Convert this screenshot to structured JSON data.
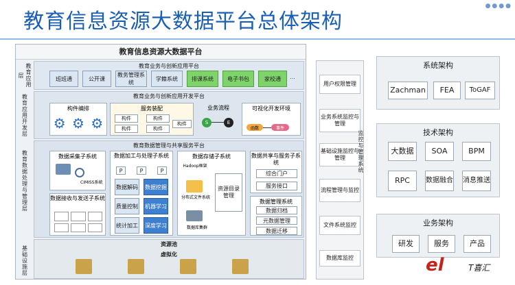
{
  "page": {
    "title": "教育信息资源大数据平台总体架构"
  },
  "platform": {
    "title": "教育信息资源大数据平台",
    "app_layer": {
      "label": "教育应用层",
      "band_title": "教育业务与创新应用平台",
      "items": [
        "班班通",
        "公开课",
        "教务管理系统",
        "学籍系统",
        "排课系统",
        "电子书包",
        "家校通"
      ]
    },
    "dev_layer": {
      "label": "教育应用开发层",
      "band_title": "教育业务与创新应用开发平台",
      "component_edit": "构件编排",
      "service_assembly": "服务装配",
      "component": "构件",
      "workflow": "业务流程",
      "workflow_s": "S",
      "workflow_e": "E",
      "visual_env": "可视化开发环境",
      "func_label": "函数",
      "event_label": "事件"
    },
    "data_layer": {
      "label": "教育数据处理与管理层",
      "band_title": "教育数据管理与共享服务平台",
      "collect": "数据采集子系统",
      "cimiss": "CIMISS系统",
      "recv_send": "数据接收与发送子系统",
      "process": "数据加工与处理子系统",
      "p_label": "P",
      "process_items": [
        "数据解码",
        "数据挖掘",
        "质量控制",
        "机器学习",
        "统计加工",
        "深度学习"
      ],
      "storage": "数据存储子系统",
      "hadoop": "Hadoop框架",
      "dfs": "分布式文件系统",
      "db_cluster": "数据库集群",
      "resource_dir": "资源目录管理",
      "share": "数据共享与服务子系统",
      "share_items": [
        "综合门户",
        "服务接口"
      ],
      "mgmt": "数据管理系统",
      "mgmt_items": [
        "数据归档",
        "元数据管理",
        "数据迁移"
      ]
    },
    "infra_layer": {
      "label": "基础设施层",
      "pool": "资源池",
      "virtual": "虚拟化"
    }
  },
  "monitor": {
    "items": [
      "用户权限管理",
      "业务系统监控与管理",
      "基础设施监控与管理",
      "流程管理与监控",
      "文件系统监控",
      "数据库监控"
    ],
    "title": "监控与管理系统"
  },
  "architectures": [
    {
      "title": "系统架构",
      "items": [
        "Zachman",
        "FEA",
        "ToGAF"
      ]
    },
    {
      "title": "技术架构",
      "items": [
        "大数据",
        "SOA",
        "BPM",
        "RPC",
        "数据融合",
        "消息推送"
      ]
    },
    {
      "title": "业务架构",
      "items": [
        "研发",
        "服务",
        "产品"
      ]
    }
  ],
  "logo": {
    "mark": "el",
    "text": "T喜汇"
  },
  "colors": {
    "title": "#1a5fb4",
    "green": "#7ed36a",
    "blue": "#3f7fd1",
    "logo": "#c4241c"
  }
}
